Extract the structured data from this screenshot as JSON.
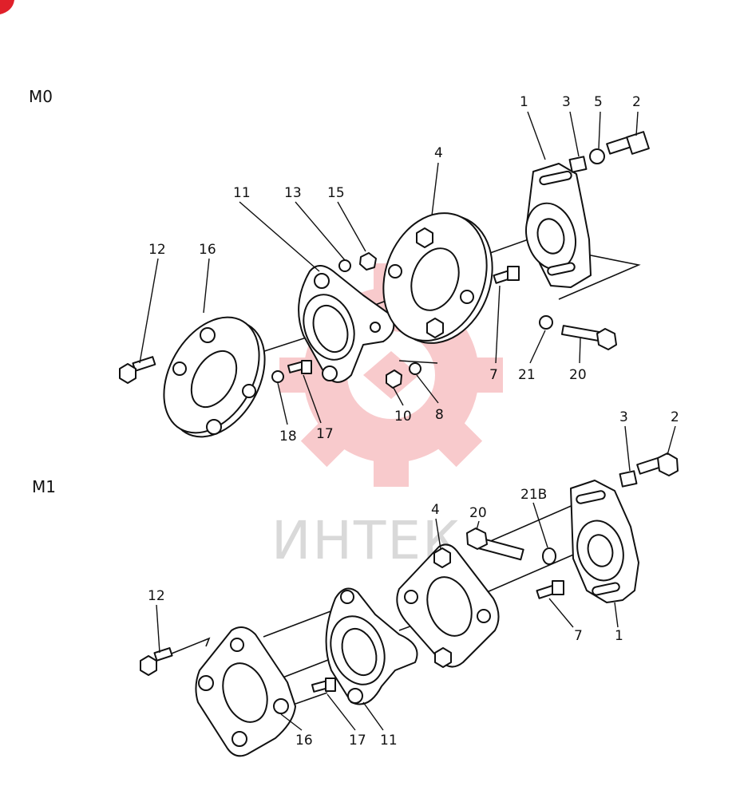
{
  "sections": {
    "m0": "M0",
    "m1": "M1"
  },
  "watermark": {
    "text": "ИНТЕК",
    "color": "#e8454b"
  },
  "m0_callouts": {
    "c1": "1",
    "c3": "3",
    "c5": "5",
    "c2": "2",
    "c4": "4",
    "c11": "11",
    "c13": "13",
    "c15": "15",
    "c12": "12",
    "c16": "16",
    "c7": "7",
    "c21": "21",
    "c20": "20",
    "c10": "10",
    "c8": "8",
    "c18": "18",
    "c17": "17"
  },
  "m1_callouts": {
    "c3": "3",
    "c2": "2",
    "c21b": "21B",
    "c20": "20",
    "c4": "4",
    "c12": "12",
    "c7": "7",
    "c1": "1",
    "c16": "16",
    "c17": "17",
    "c11": "11"
  }
}
